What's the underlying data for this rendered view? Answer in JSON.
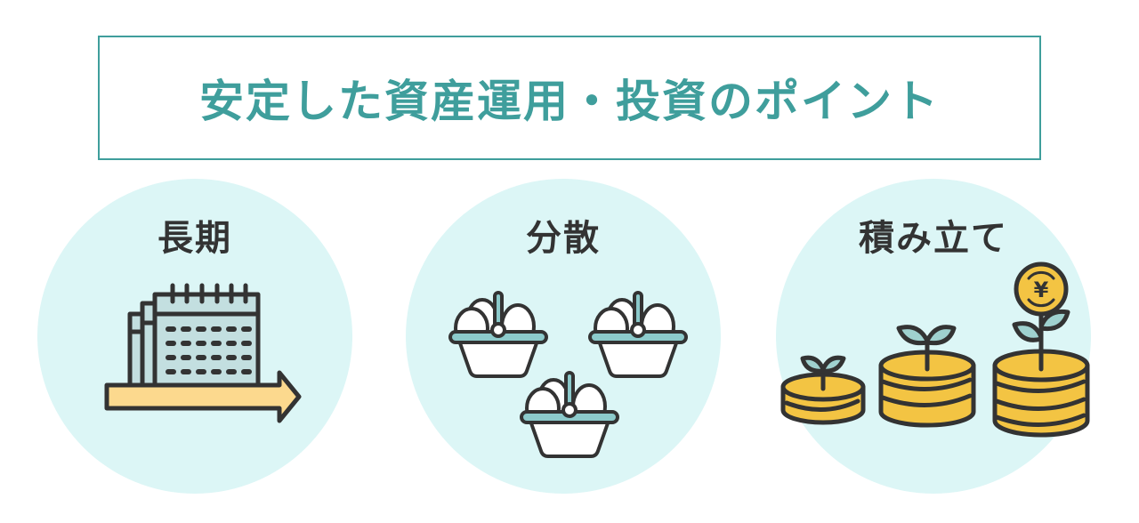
{
  "title": "安定した資産運用・投資のポイント",
  "points": [
    {
      "label": "長期",
      "icon": "calendar-arrow-icon"
    },
    {
      "label": "分散",
      "icon": "egg-baskets-icon"
    },
    {
      "label": "積み立て",
      "icon": "coin-stacks-sprout-icon"
    }
  ],
  "coin_symbol": "¥",
  "colors": {
    "accent": "#3f9e9c",
    "circle_bg": "#dcf6f6",
    "text_dark": "#333333",
    "outline": "#333333",
    "calendar_fill": "#c3dfe0",
    "arrow_fill": "#fcd98e",
    "basket_band": "#8ccacb",
    "coin_fill": "#f3c443",
    "leaf_fill": "#9fd1cf"
  }
}
